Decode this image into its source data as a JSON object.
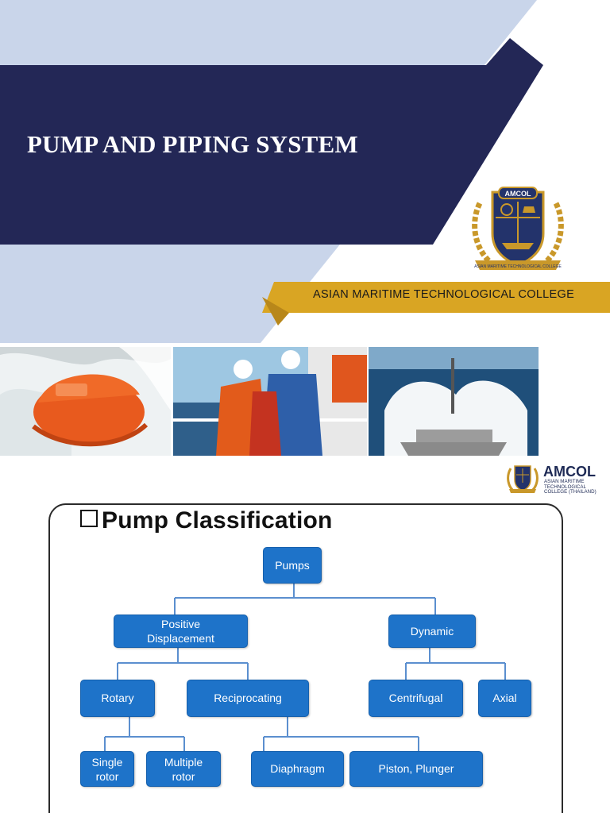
{
  "slide1": {
    "title": "PUMP AND PIPING SYSTEM",
    "college_name": "ASIAN MARITIME TECHNOLOGICAL COLLEGE",
    "crest": {
      "name": "AMCOL",
      "motto": "ASIAN MARITIME TECHNOLOGICAL COLLEGE"
    },
    "photos": [
      "lifeboat-photo",
      "crew-safety-drill-photo",
      "ship-bow-wave-photo"
    ],
    "colors": {
      "navy": "#232756",
      "light_blue": "#c9d5ea",
      "gold": "#d9a523"
    }
  },
  "slide2": {
    "logo": {
      "word": "AMCOL",
      "sub": "ASIAN MARITIME TECHNOLOGICAL COLLEGE (THAILAND)"
    },
    "heading": "Pump Classification",
    "tree": {
      "root": "Pumps",
      "positive": "Positive Displacement",
      "dynamic": "Dynamic",
      "rotary": "Rotary",
      "reciprocating": "Reciprocating",
      "centrifugal": "Centrifugal",
      "axial": "Axial",
      "single_rotor": "Single rotor",
      "multiple_rotor": "Multiple rotor",
      "diaphragm": "Diaphragm",
      "piston_plunger": "Piston, Plunger"
    },
    "colors": {
      "node_fill": "#1e73c9",
      "line": "#5b8fcf"
    }
  }
}
